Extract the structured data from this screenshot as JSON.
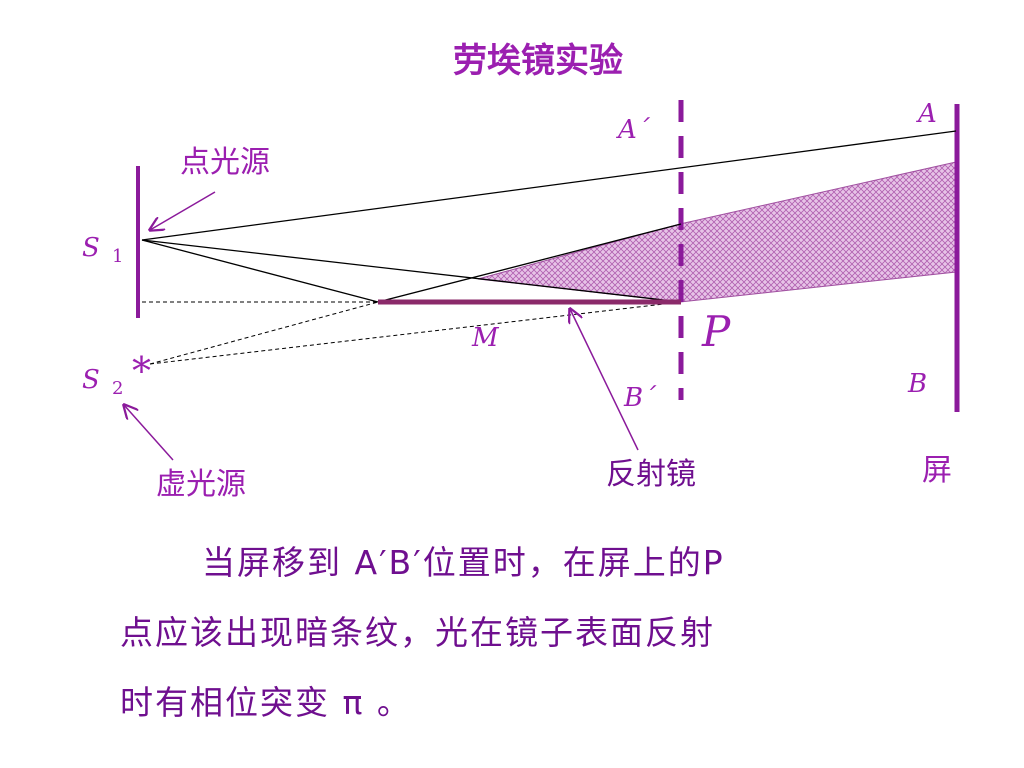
{
  "title": "劳埃镜实验",
  "labels": {
    "point_source": "点光源",
    "virtual_source": "虚光源",
    "mirror": "反射镜",
    "screen": "屏",
    "S1": "S",
    "S1_sub": "1",
    "S2": "S",
    "S2_sub": "2",
    "star": "*",
    "A": "A",
    "B": "B",
    "A_prime": "A´",
    "B_prime": "B´",
    "M": "M",
    "P": "P"
  },
  "caption": {
    "line1": "当屏移到 A′B′位置时，在屏上的P",
    "line2": "点应该出现暗条纹，光在镜子表面反射",
    "line3": "时有相位突变 π 。"
  },
  "colors": {
    "accent": "#6f0f8f",
    "label": "#9b1fb0",
    "mirror": "#8b2a6a",
    "screen": "#8b1a9b",
    "fill": "#d8a8d8"
  }
}
